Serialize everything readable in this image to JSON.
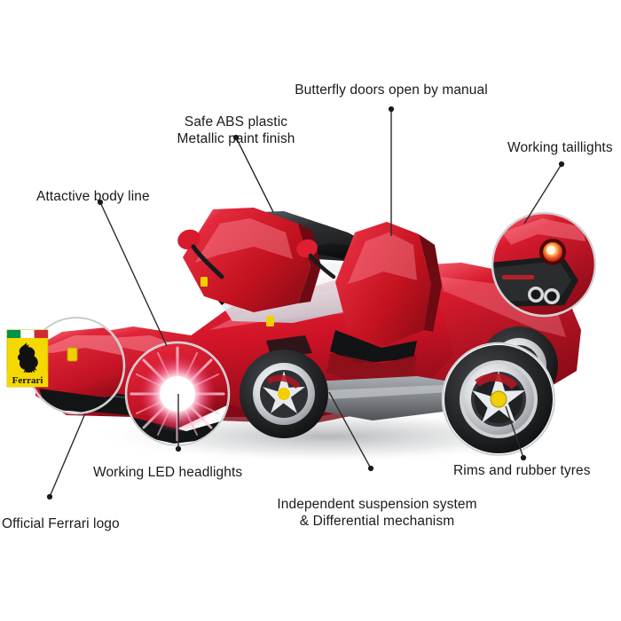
{
  "infographic": {
    "product": "Ferrari LaFerrari RC model car",
    "background_color": "#ffffff",
    "body_color": "#d6172a",
    "leader_color": "#2b2b2b",
    "text_color": "#1a1a1a"
  },
  "badge": {
    "name": "Official Ferrari shield logo",
    "wordmark": "Ferrari",
    "field_color": "#f5d800",
    "horse_color": "#111111",
    "flag_green": "#009246",
    "flag_white": "#ffffff",
    "flag_red": "#ce2b37"
  },
  "callouts": [
    {
      "id": "butterfly-doors",
      "text": "Butterfly doors open by manual",
      "align": "center"
    },
    {
      "id": "abs-plastic",
      "text": "Safe ABS plastic\nMetallic paint finish",
      "align": "center"
    },
    {
      "id": "taillights",
      "text": "Working taillights",
      "align": "left"
    },
    {
      "id": "body-line",
      "text": "Attactive body line",
      "align": "left"
    },
    {
      "id": "led-headlights",
      "text": "Working LED headlights",
      "align": "left"
    },
    {
      "id": "ferrari-logo",
      "text": "Official Ferrari logo",
      "align": "left"
    },
    {
      "id": "suspension",
      "text": "Independent suspension system\n& Differential mechanism",
      "align": "center"
    },
    {
      "id": "rims-tyres",
      "text": "Rims and rubber tyres",
      "align": "left"
    }
  ],
  "magnifiers": [
    {
      "id": "logo-zoom",
      "label": "Front nose with Ferrari badge"
    },
    {
      "id": "headlight-zoom",
      "label": "Illuminated LED headlight burst"
    },
    {
      "id": "taillight-zoom",
      "label": "Glowing taillight and dual exhaust"
    },
    {
      "id": "wheel-zoom",
      "label": "Rear rim and rubber tyre"
    }
  ]
}
